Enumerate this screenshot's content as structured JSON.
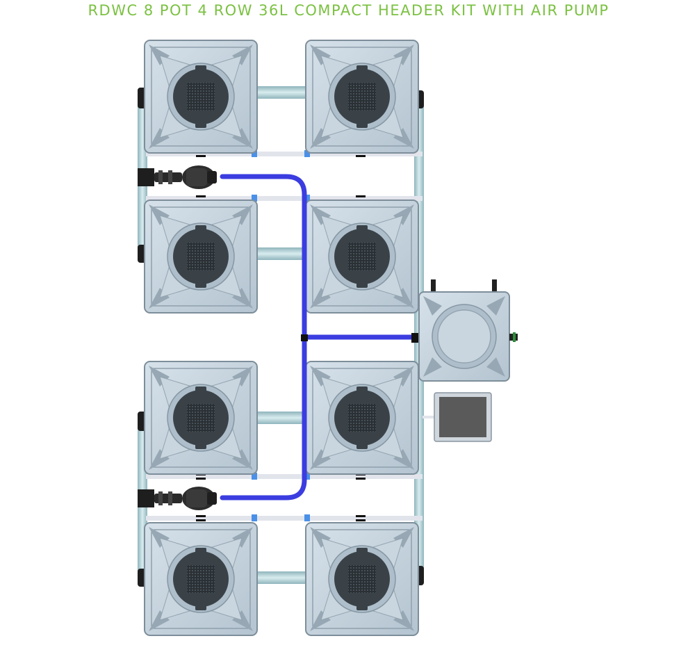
{
  "title": "RDWC 8 POT 4 ROW 36L COMPACT HEADER KIT WITH AIR PUMP",
  "colors": {
    "title": "#7bc142",
    "pot_body": "#c5d3de",
    "pot_edge": "#8a9aa6",
    "lid": "#3a4248",
    "air_line": "#3b3de0",
    "pipe": "#b7d3d8",
    "tube": "#e2e4ec",
    "control_box": "#5a5a5a"
  },
  "layout": {
    "pot_rows": 4,
    "pots_per_row": 2,
    "air_pumps": 2,
    "header_tank": 1,
    "control_unit": 1
  }
}
